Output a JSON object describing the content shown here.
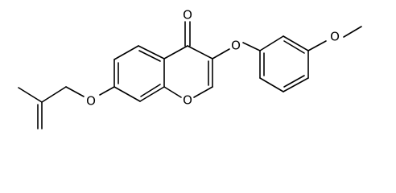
{
  "structure": {
    "atoms": {
      "carbonyl_oxygen": "O",
      "aryl_ether_oxygen": "O",
      "methoxy_oxygen": "O",
      "ring_oxygen": "O",
      "allyl_ether_oxygen": "O"
    },
    "colors": {
      "bond": "#000000",
      "label": "#000000",
      "background": "#ffffff"
    }
  }
}
